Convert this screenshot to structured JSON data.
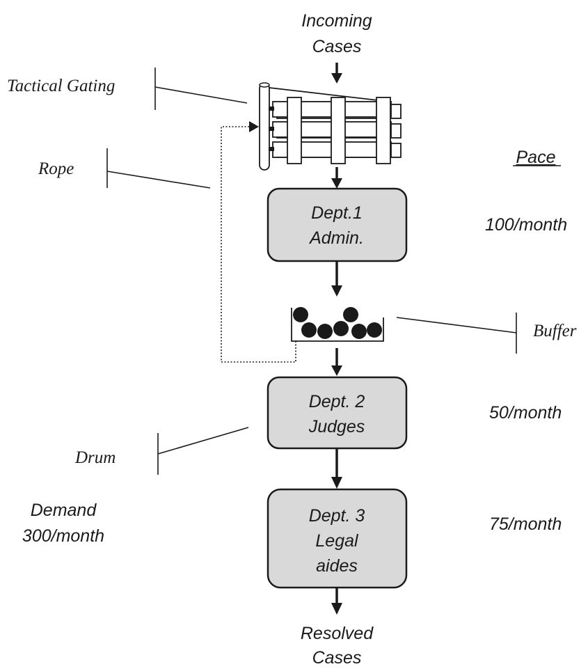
{
  "flow": {
    "input_line1": "Incoming",
    "input_line2": "Cases",
    "output_line1": "Resolved",
    "output_line2": "Cases"
  },
  "departments": [
    {
      "line1": "Dept.1",
      "line2": "Admin.",
      "line3": "",
      "pace": "100/month"
    },
    {
      "line1": "Dept. 2",
      "line2": "Judges",
      "line3": "",
      "pace": "50/month"
    },
    {
      "line1": "Dept. 3",
      "line2": "Legal",
      "line3": "aides",
      "pace": "75/month"
    }
  ],
  "pace_header": "Pace",
  "callouts": {
    "tactical_gating": "Tactical Gating",
    "rope": "Rope",
    "buffer": "Buffer",
    "drum": "Drum"
  },
  "demand": {
    "line1": "Demand",
    "line2": "300/month"
  },
  "colors": {
    "box_fill": "#d9d9d9",
    "stroke": "#1a1a1a"
  }
}
